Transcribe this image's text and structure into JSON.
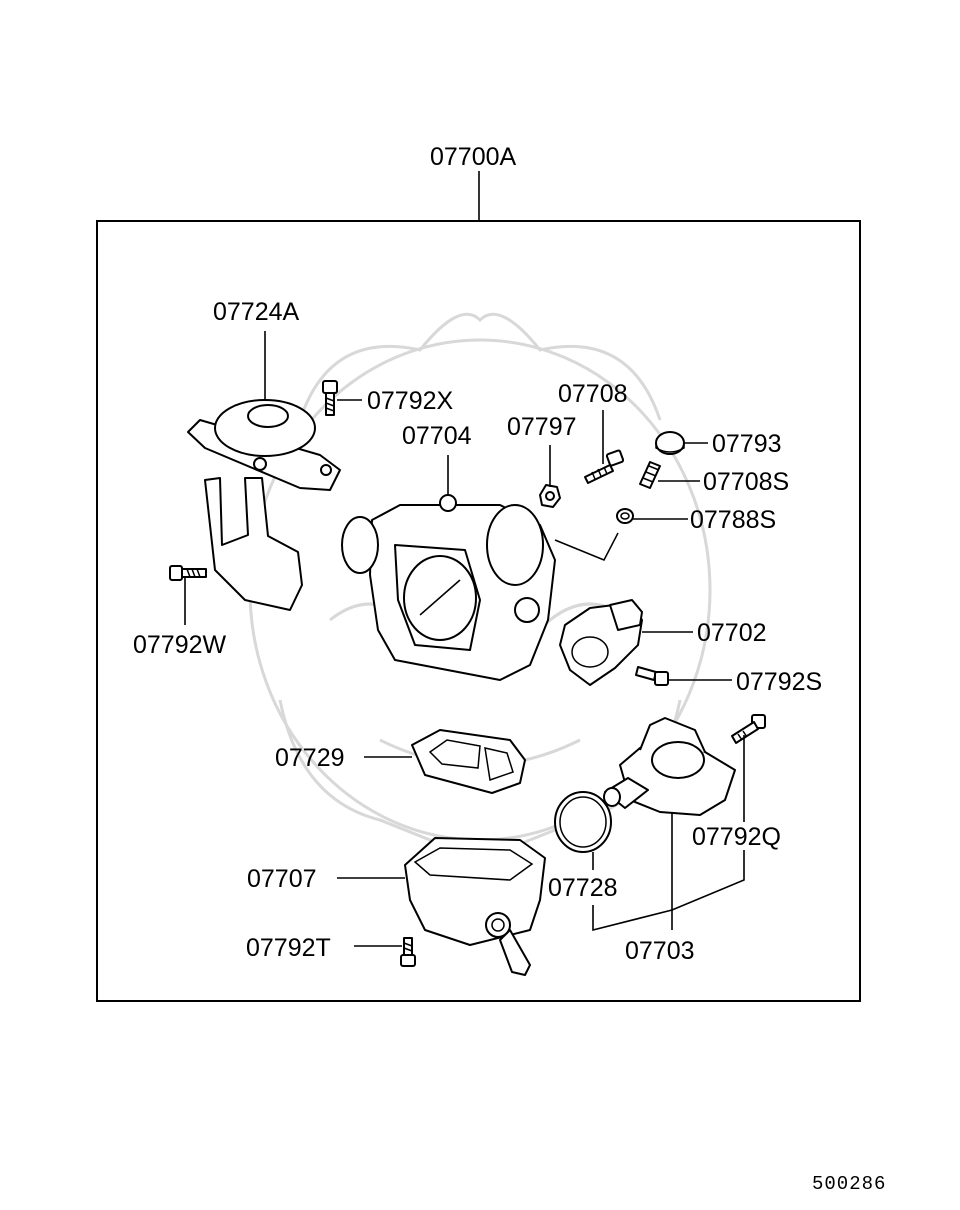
{
  "diagram": {
    "assembly_label": "07700A",
    "code": "500286",
    "parts": {
      "p07724A": "07724A",
      "p07792X": "07792X",
      "p07708": "07708",
      "p07797": "07797",
      "p07704": "07704",
      "p07793": "07793",
      "p07708S": "07708S",
      "p07788S": "07788S",
      "p07792W": "07792W",
      "p07702": "07702",
      "p07792S": "07792S",
      "p07729": "07729",
      "p07792Q": "07792Q",
      "p07707": "07707",
      "p07728": "07728",
      "p07792T": "07792T",
      "p07703": "07703"
    }
  }
}
